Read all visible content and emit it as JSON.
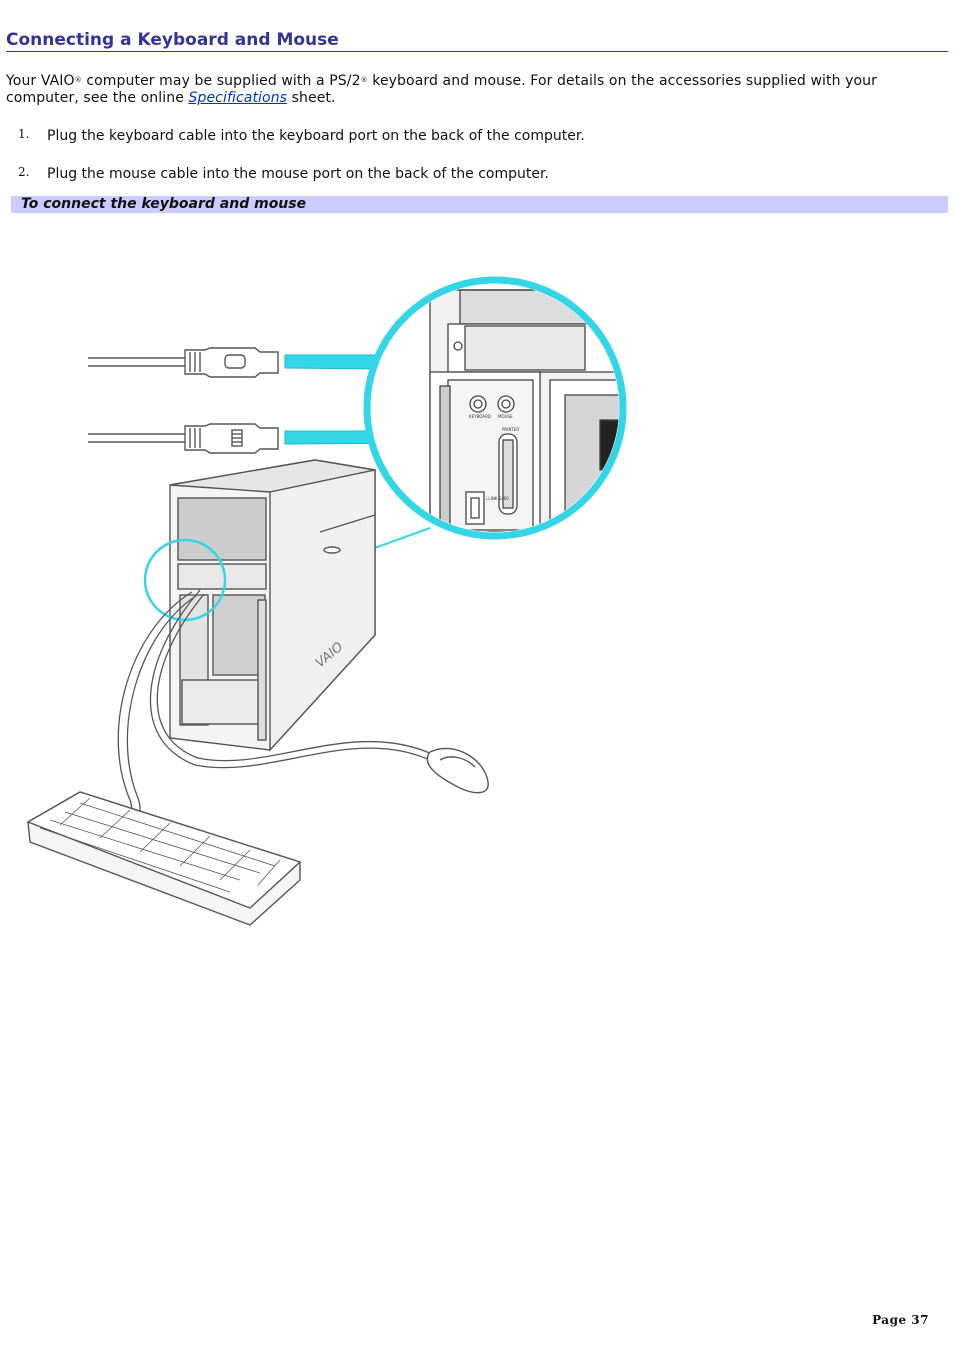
{
  "heading": "Connecting a Keyboard and Mouse",
  "intro": {
    "part1": "Your VAIO",
    "reg1": "®",
    "part2": " computer may be supplied with a PS/2",
    "reg2": "®",
    "part3": " keyboard and mouse. For details on the accessories supplied with your computer, see the online ",
    "link": "Specifications",
    "part4": " sheet."
  },
  "steps": [
    {
      "num": "1.",
      "text": "Plug the keyboard cable into the keyboard port on the back of the computer."
    },
    {
      "num": "2.",
      "text": "Plug the mouse cable into the mouse port on the back of the computer."
    }
  ],
  "caption": "To connect the keyboard and mouse",
  "figure": {
    "port_labels": [
      "KEYBOARD",
      "MOUSE",
      "PRINTER",
      "i.LINK S400"
    ],
    "brand_mark": "VAIO"
  },
  "page_number": "Page 37",
  "colors": {
    "heading": "#333399",
    "caption_bar": "#ccccff",
    "callout": "#33d6e6",
    "link": "#0033cc"
  }
}
